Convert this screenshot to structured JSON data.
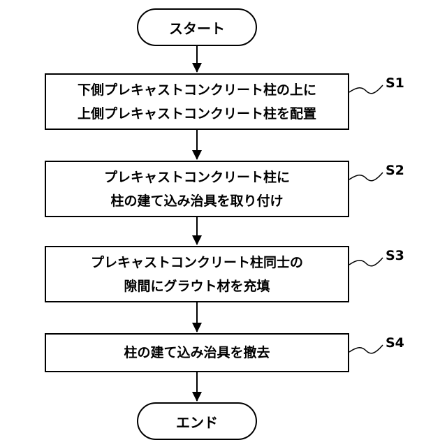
{
  "flowchart": {
    "start_label": "スタート",
    "end_label": "エンド",
    "steps": [
      {
        "id": "S1",
        "lines": [
          "下側プレキャストコンクリート柱の上に",
          "上側プレキャストコンクリート柱を配置"
        ]
      },
      {
        "id": "S2",
        "lines": [
          "プレキャストコンクリート柱に",
          "柱の建て込み治具を取り付け"
        ]
      },
      {
        "id": "S3",
        "lines": [
          "プレキャストコンクリート柱同士の",
          "隙間にグラウト材を充填"
        ]
      },
      {
        "id": "S4",
        "lines": [
          "柱の建て込み治具を撤去"
        ]
      }
    ]
  }
}
